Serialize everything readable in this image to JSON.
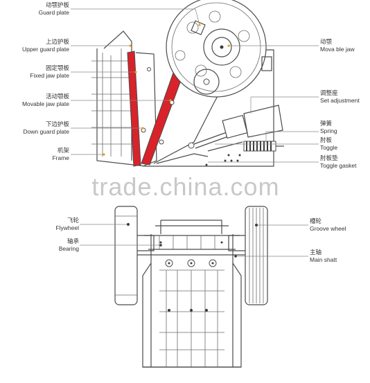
{
  "colors": {
    "line": "#4a4a4a",
    "jaw_plate": "#d8232a",
    "label_text": "#333333",
    "leader_dot": "#e8a020",
    "watermark": "#c8c8c8"
  },
  "watermark": "trade.china.com",
  "top_view": {
    "left_labels": [
      {
        "id": "guard-plate",
        "zh": "动颚护板",
        "en": "Guard plate"
      },
      {
        "id": "upper-guard-plate",
        "zh": "上边护板",
        "en": "Upper guard plate"
      },
      {
        "id": "fixed-jaw-plate",
        "zh": "固定颚板",
        "en": "Fixed jaw plate"
      },
      {
        "id": "movable-jaw-plate",
        "zh": "活动颚板",
        "en": "Movable jaw plate"
      },
      {
        "id": "down-guard-plate",
        "zh": "下边护板",
        "en": "Down guard plate"
      },
      {
        "id": "frame",
        "zh": "机架",
        "en": "Frame"
      }
    ],
    "right_labels": [
      {
        "id": "movable-jaw",
        "zh": "动颚",
        "en": "Mova ble jaw"
      },
      {
        "id": "set-adjustment",
        "zh": "调整座",
        "en": "Set adjustment"
      },
      {
        "id": "spring",
        "zh": "弹簧",
        "en": "Spring"
      },
      {
        "id": "toggle",
        "zh": "肘板",
        "en": "Toggle"
      },
      {
        "id": "toggle-gasket",
        "zh": "肘板垫",
        "en": "Toggle gasket"
      }
    ]
  },
  "bottom_view": {
    "left_labels": [
      {
        "id": "flywheel",
        "zh": "飞轮",
        "en": "Flywheel"
      },
      {
        "id": "bearing",
        "zh": "轴承",
        "en": "Bearing"
      }
    ],
    "right_labels": [
      {
        "id": "groove-wheel",
        "zh": "槽轮",
        "en": "Groove wheel"
      },
      {
        "id": "main-shaft",
        "zh": "主轴",
        "en": "Main shatt"
      }
    ]
  }
}
